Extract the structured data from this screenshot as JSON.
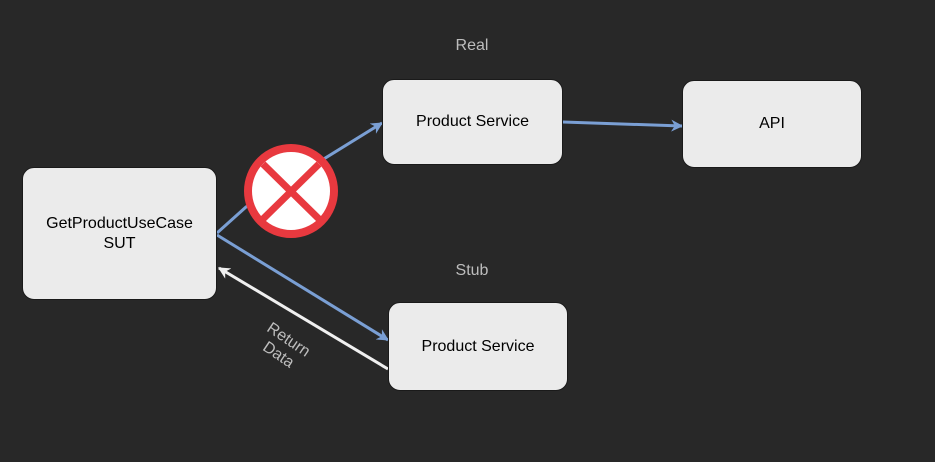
{
  "nodes": {
    "sut": "GetProductUseCase\nSUT",
    "real_service": "Product Service",
    "api": "API",
    "stub_service": "Product Service"
  },
  "labels": {
    "real": "Real",
    "stub": "Stub",
    "return_data": "Return\nData"
  },
  "colors": {
    "background": "#282828",
    "node_fill": "#ebebeb",
    "call_arrow": "#7a9fd4",
    "return_arrow": "#f0f0f0",
    "blocked_marker": "#e8393f"
  },
  "markers": {
    "blocked": "cross-circle-icon"
  }
}
